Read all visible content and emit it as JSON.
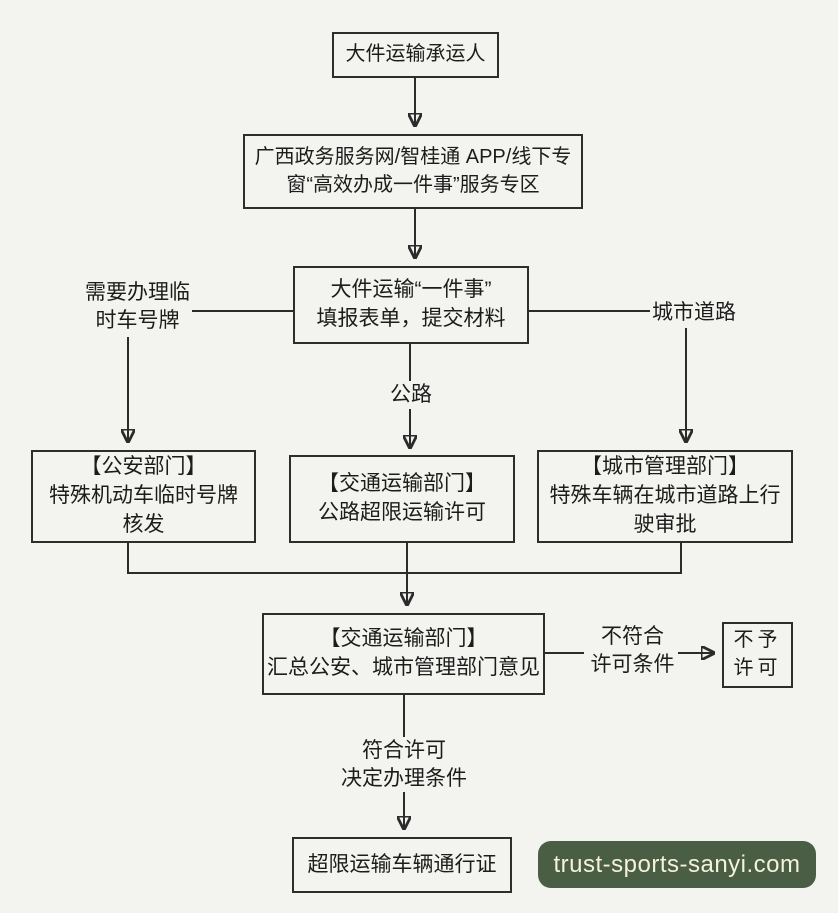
{
  "page": {
    "background": "#f3f3ef",
    "line_color": "#2b2b2b"
  },
  "nodes": {
    "carrier": {
      "text": "大件运输承运人"
    },
    "portal": {
      "line1": "广西政务服务网/智桂通 APP/线下专",
      "line2": "窗“高效办成一件事”服务专区"
    },
    "form": {
      "line1": "大件运输“一件事”",
      "line2": "填报表单，提交材料"
    },
    "police": {
      "line1": "【公安部门】",
      "line2": "特殊机动车临时号牌",
      "line3": "核发"
    },
    "transport": {
      "line1": "【交通运输部门】",
      "line2": "公路超限运输许可"
    },
    "city_mgmt": {
      "line1": "【城市管理部门】",
      "line2": "特殊车辆在城市道路上行",
      "line3": "驶审批"
    },
    "summary": {
      "line1": "【交通运输部门】",
      "line2": "汇总公安、城市管理部门意见"
    },
    "deny": {
      "line1": "不予",
      "line2": "许可"
    },
    "permit": {
      "text": "超限运输车辆通行证"
    }
  },
  "labels": {
    "temp_plate": {
      "line1": "需要办理临",
      "line2": "时车号牌"
    },
    "city_road": {
      "text": "城市道路"
    },
    "highway": {
      "text": "公路"
    },
    "not_qualified": {
      "line1": "不符合",
      "line2": "许可条件"
    },
    "qualified": {
      "line1": "符合许可",
      "line2": "决定办理条件"
    }
  },
  "watermark": {
    "text": "trust-sports-sanyi.com",
    "background": "#4a5d45",
    "text_color": "#f5f1da"
  }
}
